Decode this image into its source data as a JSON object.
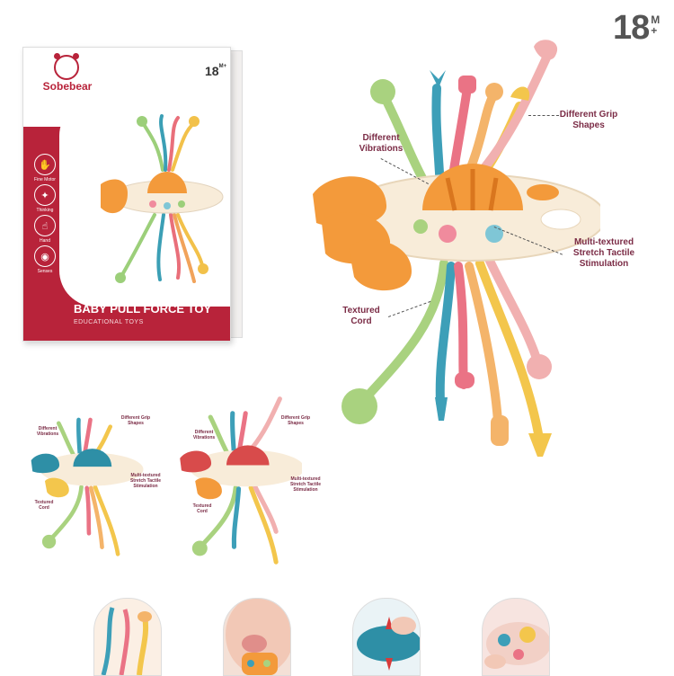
{
  "age_badge": {
    "number": "18",
    "sup_top": "M",
    "sup_bottom": "+"
  },
  "box": {
    "brand": "Sobebear",
    "age": "18",
    "age_sup": "M+",
    "title": "BABY PULL FORCE TOY",
    "subtitle": "EDUCATIONAL TOYS",
    "features": [
      "Fine Motor",
      "Thinking",
      "Hand",
      "Senses"
    ]
  },
  "callouts": {
    "different_vibrations": "Different Vibrations",
    "different_grip_shapes": "Different Grip Shapes",
    "multi_textured": "Multi-textured Stretch Tactile Stimulation",
    "textured_cord": "Textured Cord"
  },
  "variants": [
    {
      "name": "blue",
      "accent": "#2e8fa6"
    },
    {
      "name": "red",
      "accent": "#d84b4b"
    }
  ],
  "colors": {
    "brand_red": "#b8233a",
    "toy_orange": "#f39a3b",
    "toy_cream": "#f8ecd9",
    "callout_text": "#7b2c46"
  }
}
